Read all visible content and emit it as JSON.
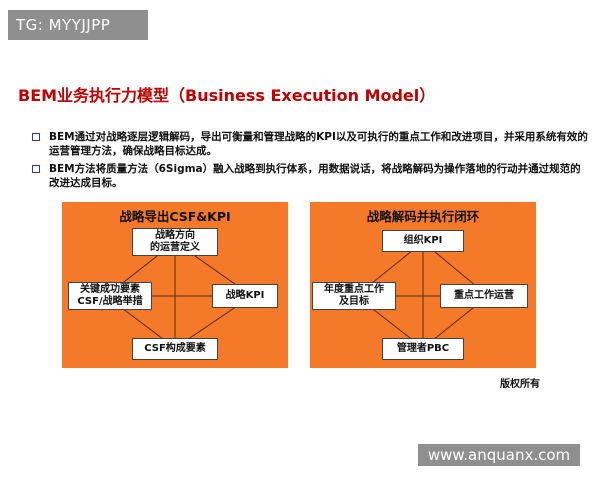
{
  "header": {
    "tag": "TG: MYYJJPP"
  },
  "slide": {
    "title": "BEM业务执行力模型（Business Execution Model）",
    "bullets": [
      "BEM通过对战略逐层逻辑解码，导出可衡量和管理战略的KPI以及可执行的重点工作和改进项目，并采用系统有效的运营管理方法，确保战略目标达成。",
      "BEM方法将质量方法（6Sigma）融入战略到执行体系，用数据说话，将战略解码为操作落地的行动并通过规范的改进达成目标。"
    ],
    "left_panel": {
      "title": "战略导出CSF&KPI",
      "top": "战略方向\n的运营定义",
      "left": "关键成功要素\nCSF/战略举措",
      "right": "战略KPI",
      "bottom": "CSF构成要素"
    },
    "right_panel": {
      "title": "战略解码并执行闭环",
      "top": "组织KPI",
      "left": "年度重点工作\n及目标",
      "right": "重点工作运营",
      "bottom": "管理者PBC"
    },
    "footer_note": "版权所有"
  },
  "site_label": "www.anquanx.com",
  "colors": {
    "panel": "#f47a2a",
    "title": "#c00000",
    "bullet": "#2b3f9b"
  }
}
